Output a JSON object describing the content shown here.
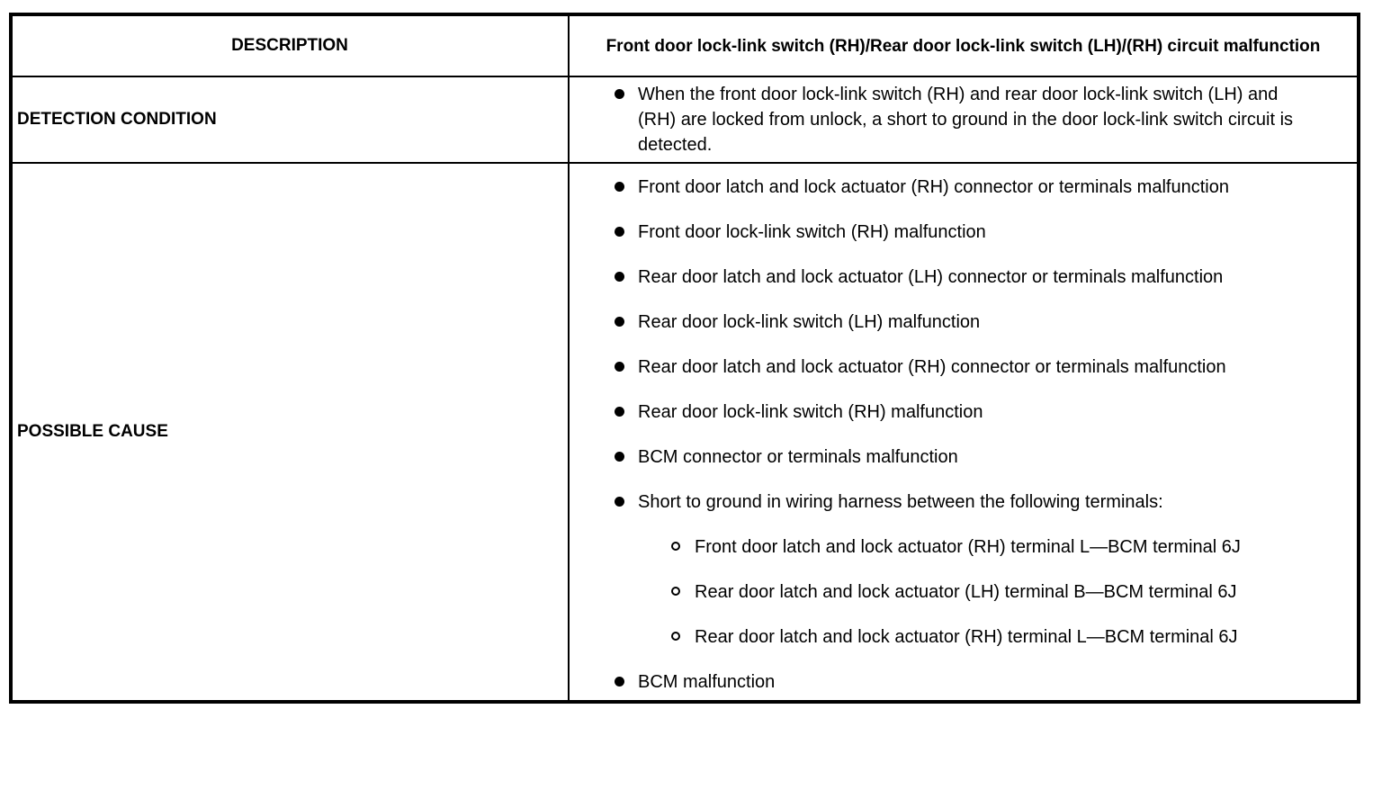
{
  "header": {
    "description_label": "DESCRIPTION",
    "malfunction_title": "Front door lock-link switch (RH)/Rear door lock-link switch (LH)/(RH) circuit malfunction"
  },
  "detection": {
    "label": "DETECTION CONDITION",
    "items": [
      "When the front door lock-link switch (RH) and rear door lock-link switch (LH) and (RH) are locked from unlock, a short to ground in the door lock-link switch circuit is detected."
    ]
  },
  "possible_cause": {
    "label": "POSSIBLE CAUSE",
    "items": [
      {
        "text": "Front door latch and lock actuator (RH) connector or terminals malfunction"
      },
      {
        "text": "Front door lock-link switch (RH) malfunction"
      },
      {
        "text": "Rear door latch and lock actuator (LH) connector or terminals malfunction"
      },
      {
        "text": "Rear door lock-link switch (LH) malfunction"
      },
      {
        "text": "Rear door latch and lock actuator (RH) connector or terminals malfunction"
      },
      {
        "text": "Rear door lock-link switch (RH) malfunction"
      },
      {
        "text": "BCM connector or terminals malfunction"
      },
      {
        "text": "Short to ground in wiring harness between the following terminals:",
        "subitems": [
          "Front door latch and lock actuator (RH) terminal L—BCM terminal 6J",
          "Rear door latch and lock actuator (LH) terminal B—BCM terminal 6J",
          "Rear door latch and lock actuator (RH) terminal L—BCM terminal 6J"
        ]
      },
      {
        "text": "BCM malfunction"
      }
    ]
  },
  "colors": {
    "border": "#000000",
    "background": "#ffffff",
    "text": "#000000"
  }
}
